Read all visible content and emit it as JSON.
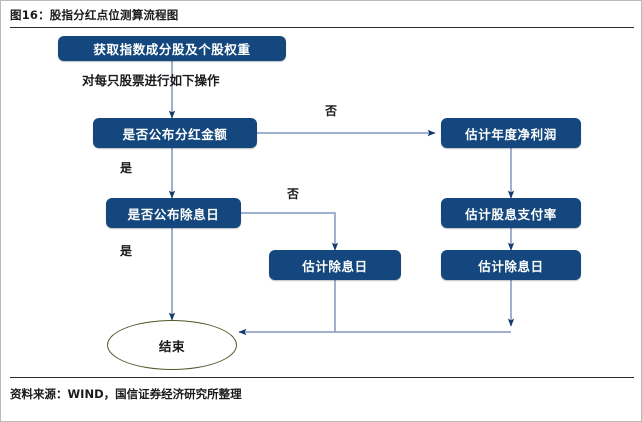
{
  "figure": {
    "title": "图16：股指分红点位测算流程图",
    "source": "资料来源：WIND，国信证券经济研究所整理",
    "accent_color": "#13477d",
    "connector_color": "#8296bd",
    "terminator_border_color": "#4a5a2c"
  },
  "nodes": {
    "start": "获取指数成分股及个股权重",
    "decision_dividend_amount": "是否公布分红金额",
    "estimate_net_profit": "估计年度净利润",
    "decision_exdate_published": "是否公布除息日",
    "estimate_payout_ratio": "估计股息支付率",
    "estimate_exdate_middle": "估计除息日",
    "estimate_exdate_right": "估计除息日",
    "end": "结束"
  },
  "labels": {
    "per_stock_note": "对每只股票进行如下操作",
    "no_to_net_profit": "否",
    "yes_to_exdate_decision": "是",
    "no_to_exdate_middle": "否",
    "yes_to_end": "是"
  }
}
